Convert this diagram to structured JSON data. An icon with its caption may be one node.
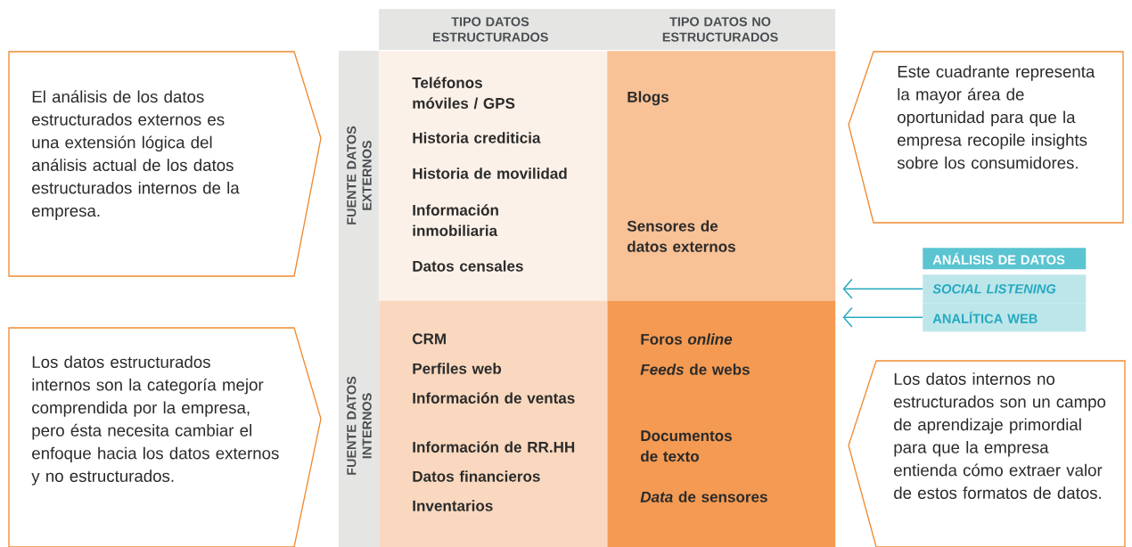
{
  "diagram": {
    "nodes": [
      {
        "text": [
          "El análisis de los datos estructurados externos es una extensión lógica del análisis actual de los datos estructurados internos de la empresa."
        ]
      },
      {
        "text": [
          "Teléfonos móviles / GPS",
          "Historia crediticia",
          "Historia de movilidad",
          "Información inmobiliaria",
          "Datos censales"
        ]
      },
      {
        "text": [
          "Blogs",
          "Sensores de datos externos"
        ]
      },
      {
        "text": [
          "Este cuadrante representa la mayor área de oportunidad para que la empresa recopile insights sobre los consumidores."
        ]
      },
      {
        "text": [
          "ANÁLISIS DE DATOS"
        ]
      },
      {
        "text": [
          "SOCIAL LISTENING"
        ]
      },
      {
        "text": [
          "ANALÍTICA WEB"
        ]
      },
      {
        "text": [
          "Los datos estructurados internos son la categoría mejor comprendida por la empresa, pero ésta necesita cambiar el enfoque hacia  los datos externos y no estructurados."
        ]
      },
      {
        "text": [
          "CRM",
          "Perfiles web",
          "Información de ventas",
          "Información de RR.HH",
          "Datos financieros",
          "Inventarios"
        ]
      },
      {
        "text": [
          "Foros *online*",
          "*Feeds* de webs",
          "Documentos de texto",
          "*Data* de sensores"
        ]
      },
      {
        "text": [
          "Los datos internos no estructurados son un campo de aprendizaje primordial para que la empresa entienda cómo extraer valor de estos formatos de datos."
        ]
      }
    ],
    "edges": [
      {
        "from": 5,
        "to": 2,
        "arrow": "to"
      },
      {
        "from": 6,
        "to": 9,
        "arrow": "to"
      }
    ],
    "labels": [
      "TIPO DATOS ESTRUCTURADOS",
      "TIPO DATOS NO ESTRUCTURADOS",
      "FUENTE DATOS EXTERNOS",
      "FUENTE DATOS INTERNOS"
    ]
  }
}
